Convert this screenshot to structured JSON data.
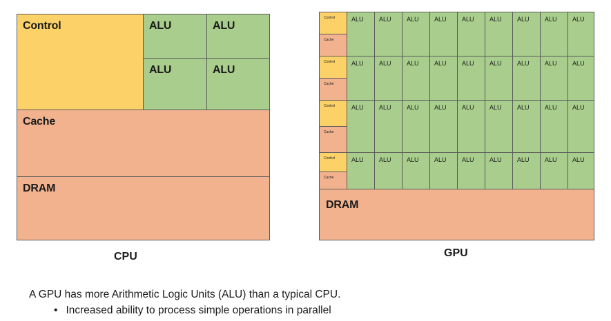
{
  "cpu": {
    "control": "Control",
    "alu_labels": [
      "ALU",
      "ALU",
      "ALU",
      "ALU"
    ],
    "cache": "Cache",
    "dram": "DRAM",
    "caption": "CPU"
  },
  "gpu": {
    "rows": 4,
    "alus_per_row": 9,
    "control": "Control",
    "cache": "Cache",
    "alu": "ALU",
    "dram": "DRAM",
    "caption": "GPU"
  },
  "text": {
    "statement": "A GPU has more Arithmetic Logic Units (ALU) than a typical CPU.",
    "bullet": "Increased ability to process simple operations in parallel"
  },
  "colors": {
    "control": "#fcd268",
    "alu": "#a8cd8c",
    "cache": "#f2b28e",
    "dram": "#f2b28e"
  }
}
